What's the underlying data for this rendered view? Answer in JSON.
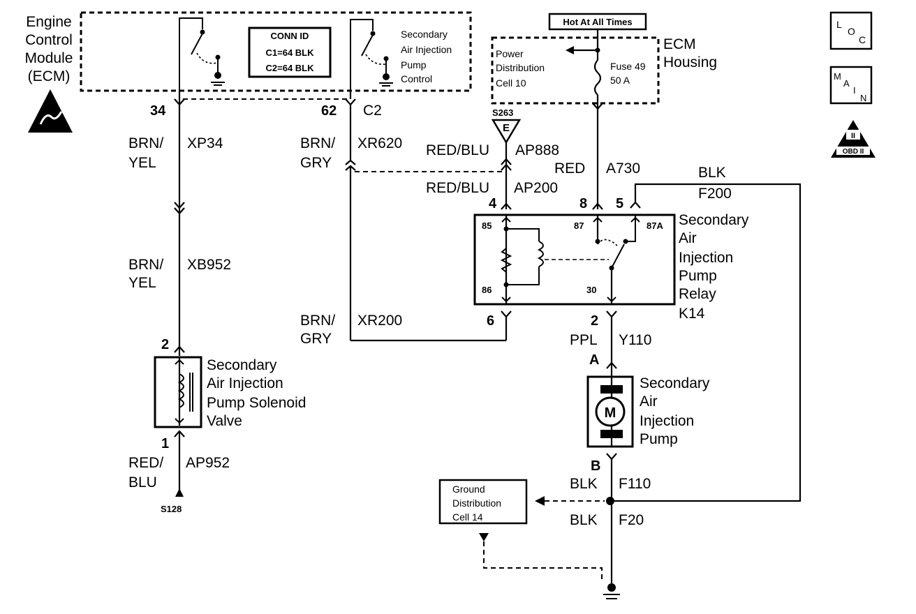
{
  "ecm": {
    "label": [
      "Engine",
      "Control",
      "Module",
      "(ECM)"
    ],
    "conn_id": [
      "CONN ID",
      "C1=64 BLK",
      "C2=64 BLK"
    ],
    "sec_air_control": [
      "Secondary",
      "Air Injection",
      "Pump",
      "Control"
    ]
  },
  "ecm_housing": {
    "hot": "Hot At All Times",
    "power_dist": [
      "Power",
      "Distribution",
      "Cell 10"
    ],
    "fuse": [
      "Fuse 49",
      "50 A"
    ],
    "label": [
      "ECM",
      "Housing"
    ]
  },
  "splice_top": {
    "id": "S263",
    "letter": "E"
  },
  "icons": {
    "loc": [
      "L",
      "O",
      "C"
    ],
    "main": [
      "M",
      "A",
      "I",
      "N"
    ],
    "obd": [
      "II",
      "OBD II"
    ]
  },
  "wires": {
    "pin34": "34",
    "brn_yel_1": [
      "BRN/",
      "YEL"
    ],
    "xp34": "XP34",
    "brn_yel_2": [
      "BRN/",
      "YEL"
    ],
    "xb952": "XB952",
    "pin2_valve": "2",
    "pin1_valve": "1",
    "red_blu_1": [
      "RED/",
      "BLU"
    ],
    "ap952": "AP952",
    "s128": "S128",
    "pin62": "62",
    "c2": "C2",
    "brn_gry_1": [
      "BRN/",
      "GRY"
    ],
    "xr620": "XR620",
    "brn_gry_2": [
      "BRN/",
      "GRY"
    ],
    "xr200": "XR200",
    "red_blu_ap888": "RED/BLU",
    "ap888": "AP888",
    "red_blu_ap200": "RED/BLU",
    "ap200": "AP200",
    "red": "RED",
    "a730": "A730",
    "blk_top": "BLK",
    "f200": "F200",
    "pin4": "4",
    "pin8": "8",
    "pin5": "5",
    "pin6": "6",
    "pin2_relay": "2",
    "ppl": "PPL",
    "y110": "Y110",
    "pin_a": "A",
    "pin_b": "B",
    "blk_f110": "BLK",
    "f110": "F110",
    "blk_f20": "BLK",
    "f20": "F20"
  },
  "relay": {
    "terms": {
      "t85": "85",
      "t86": "86",
      "t87": "87",
      "t87a": "87A",
      "t30": "30"
    },
    "label": [
      "Secondary",
      "Air",
      "Injection",
      "Pump",
      "Relay",
      "K14"
    ]
  },
  "valve": {
    "label": [
      "Secondary",
      "Air Injection",
      "Pump Solenoid",
      "Valve"
    ]
  },
  "pump": {
    "label": [
      "Secondary",
      "Air",
      "Injection",
      "Pump"
    ],
    "motor": "M"
  },
  "ground_dist": [
    "Ground",
    "Distribution",
    "Cell 14"
  ]
}
